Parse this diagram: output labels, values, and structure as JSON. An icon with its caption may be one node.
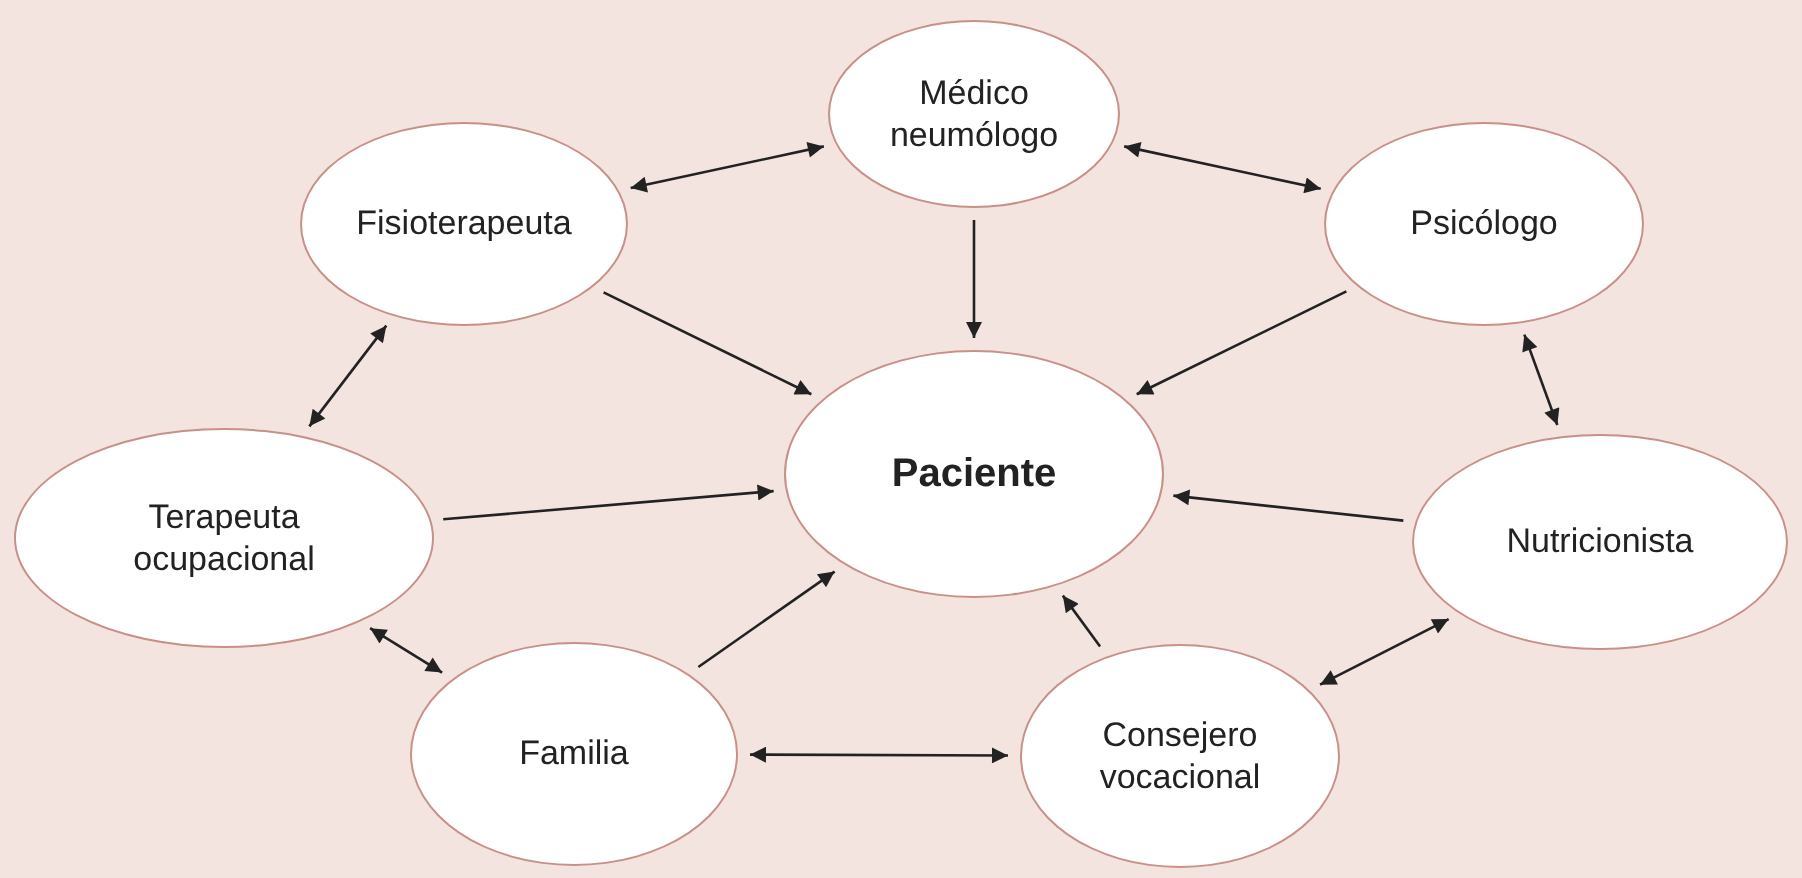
{
  "diagram": {
    "nodes": [
      {
        "text": [
          "Médico neumólogo"
        ]
      },
      {
        "text": [
          "Fisioterapeuta"
        ]
      },
      {
        "text": [
          "Psicólogo"
        ]
      },
      {
        "text": [
          "Paciente"
        ]
      },
      {
        "text": [
          "Terapeuta ocupacional"
        ]
      },
      {
        "text": [
          "Nutricionista"
        ]
      },
      {
        "text": [
          "Familia"
        ]
      },
      {
        "text": [
          "Consejero vocacional"
        ]
      }
    ],
    "edges": [
      {
        "from": 0,
        "to": 3,
        "arrow": "to"
      },
      {
        "from": 1,
        "to": 3,
        "arrow": "to"
      },
      {
        "from": 2,
        "to": 3,
        "arrow": "to"
      },
      {
        "from": 4,
        "to": 3,
        "arrow": "to"
      },
      {
        "from": 5,
        "to": 3,
        "arrow": "to"
      },
      {
        "from": 6,
        "to": 3,
        "arrow": "to"
      },
      {
        "from": 7,
        "to": 3,
        "arrow": "to"
      },
      {
        "from": 1,
        "to": 0,
        "arrow": "both"
      },
      {
        "from": 0,
        "to": 2,
        "arrow": "both"
      },
      {
        "from": 1,
        "to": 4,
        "arrow": "both"
      },
      {
        "from": 2,
        "to": 5,
        "arrow": "both"
      },
      {
        "from": 4,
        "to": 6,
        "arrow": "both"
      },
      {
        "from": 6,
        "to": 7,
        "arrow": "both"
      },
      {
        "from": 5,
        "to": 7,
        "arrow": "both"
      }
    ]
  }
}
